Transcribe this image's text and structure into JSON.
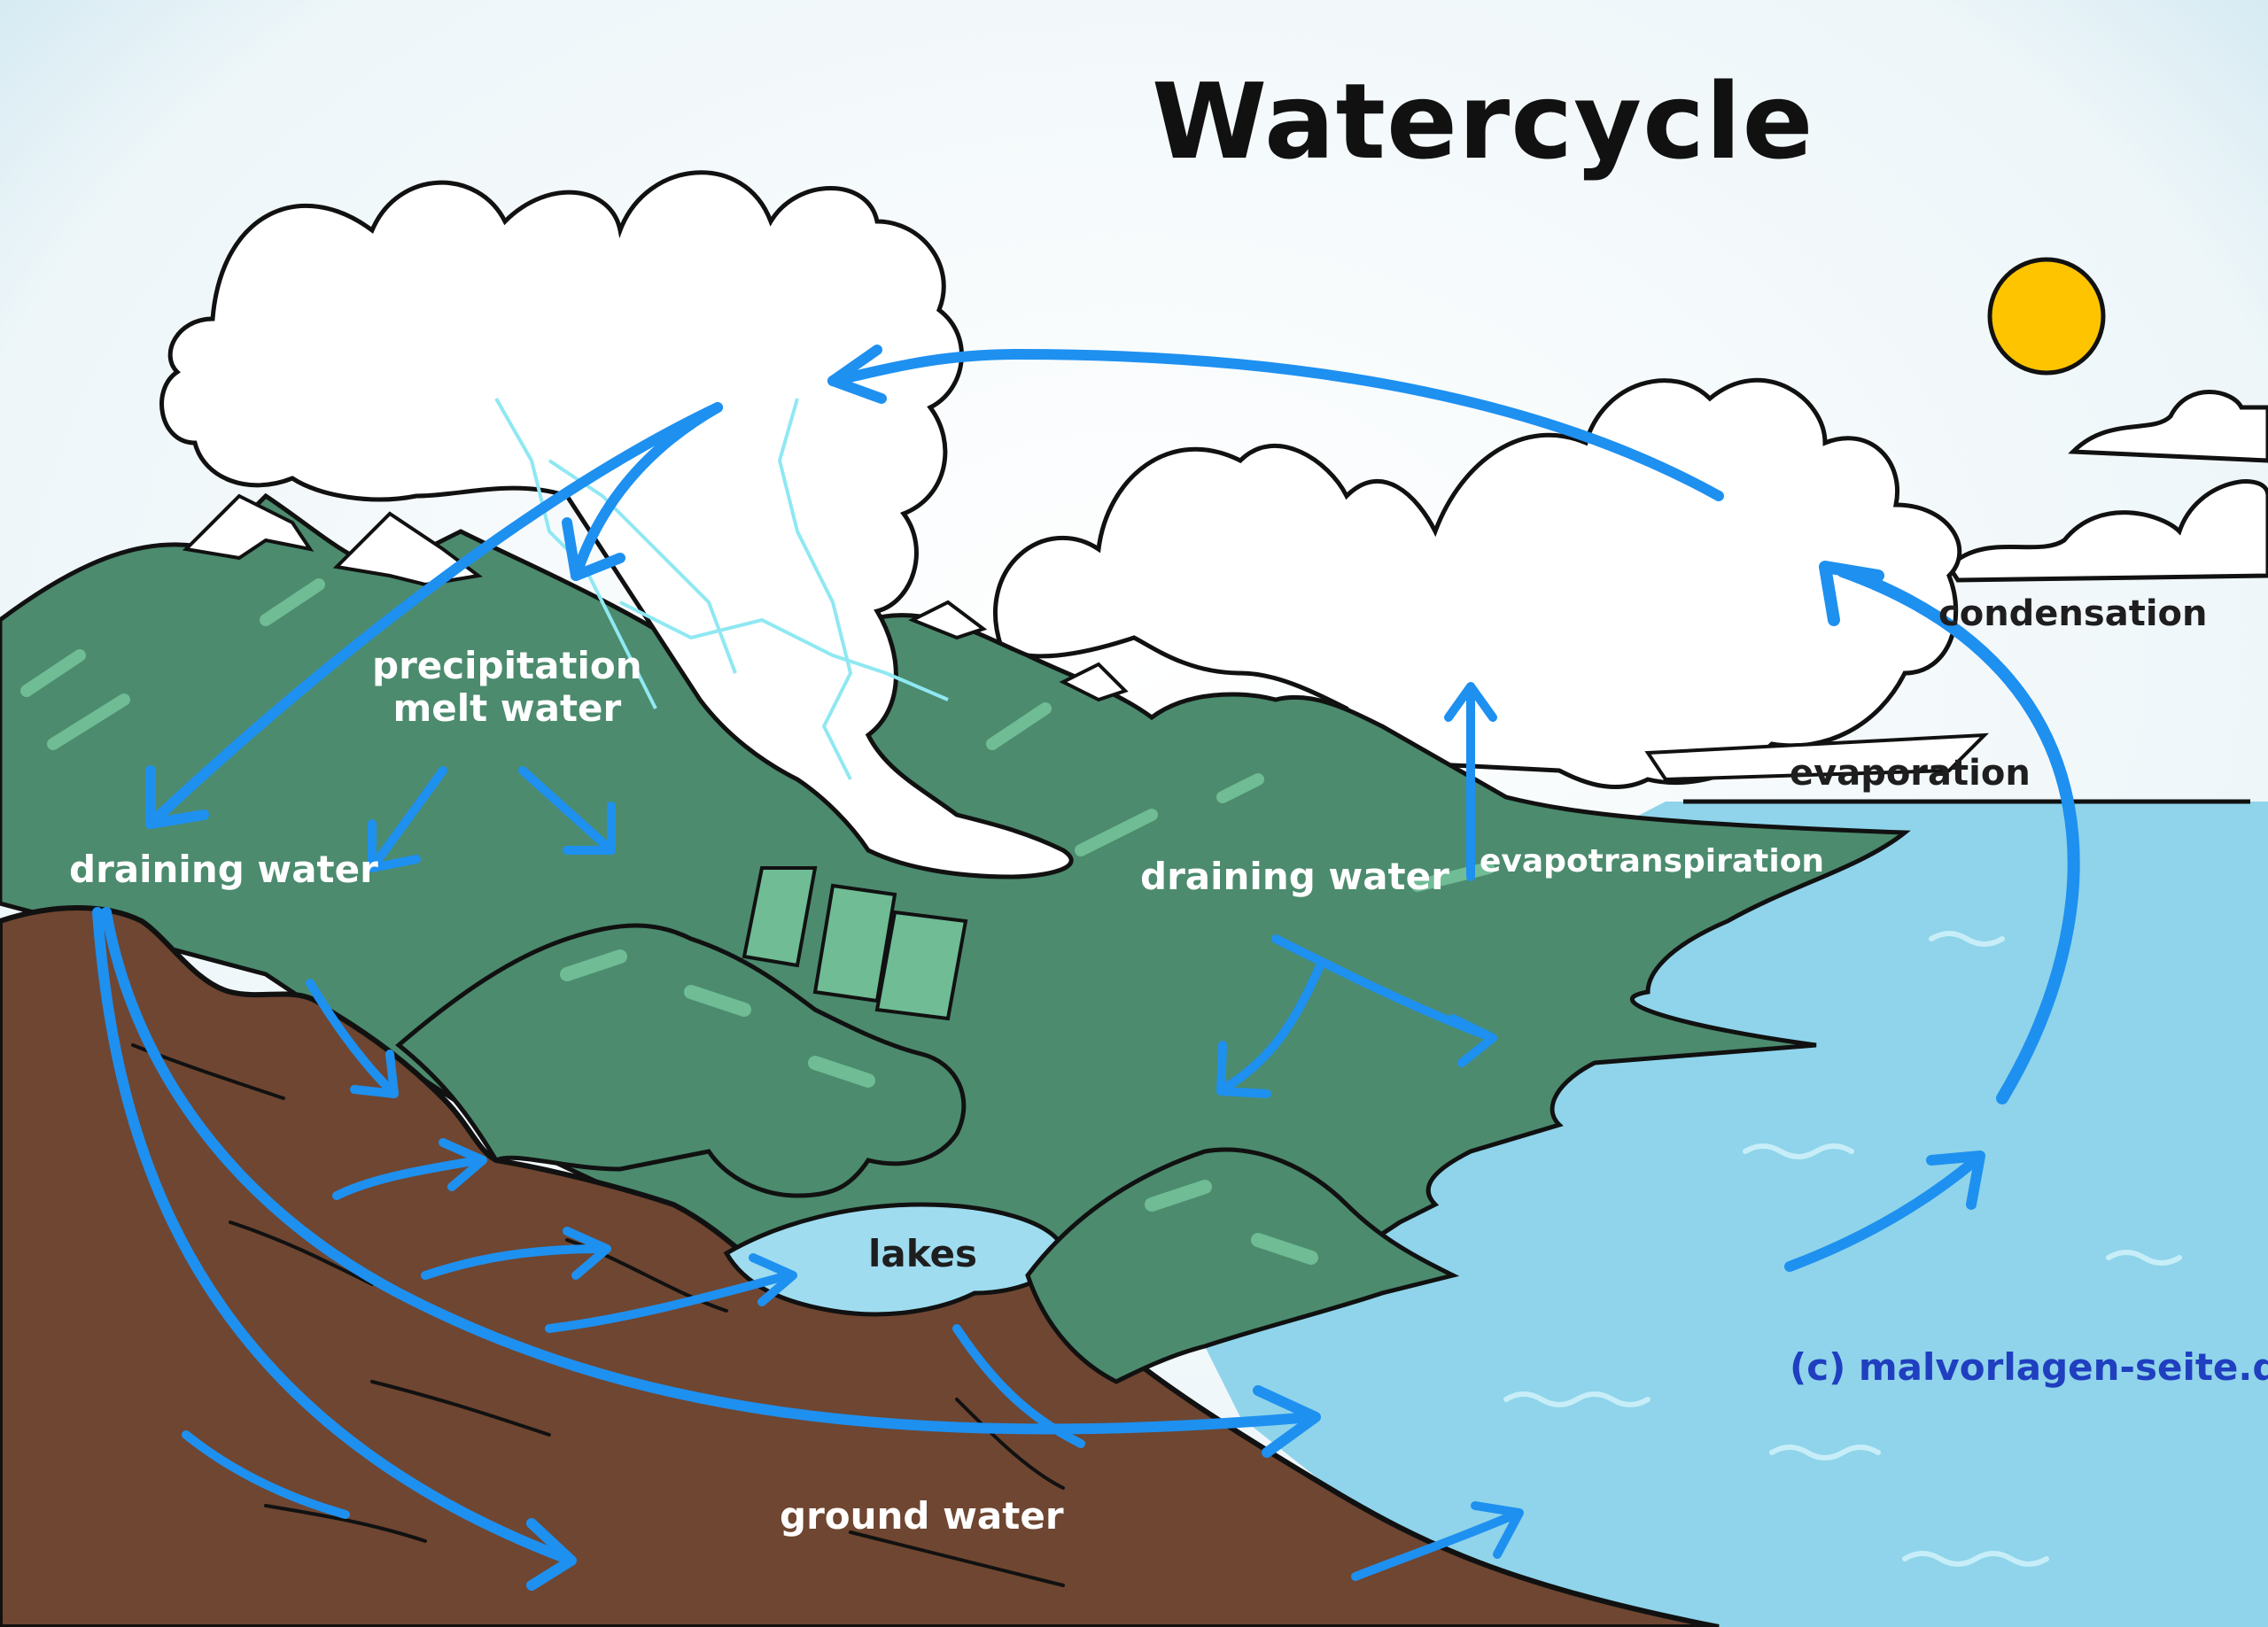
{
  "title": "Watercycle",
  "labels": {
    "precipitation": "precipitation",
    "melt_water": "melt water",
    "draining_water_left": "draining water",
    "draining_water_right": "draining water",
    "evapotranspiration": "evapotranspiration",
    "evaporation": "evaporation",
    "condensation": "condensation",
    "lakes": "lakes",
    "ground_water": "ground water"
  },
  "credit": "(c) malvorlagen-seite.de",
  "colors": {
    "sky": "#dcecf3",
    "cloud": "#ffffff",
    "outline": "#111111",
    "mountain": "#4c8b6e",
    "mountain_light": "#6fbc95",
    "earth": "#6f4631",
    "lake": "#9fdcef",
    "sea": "#8fd4ea",
    "arrow": "#1e90f0",
    "sun": "#ffc400",
    "lightning": "#8fe8f2",
    "credit": "#1f3fc0"
  }
}
